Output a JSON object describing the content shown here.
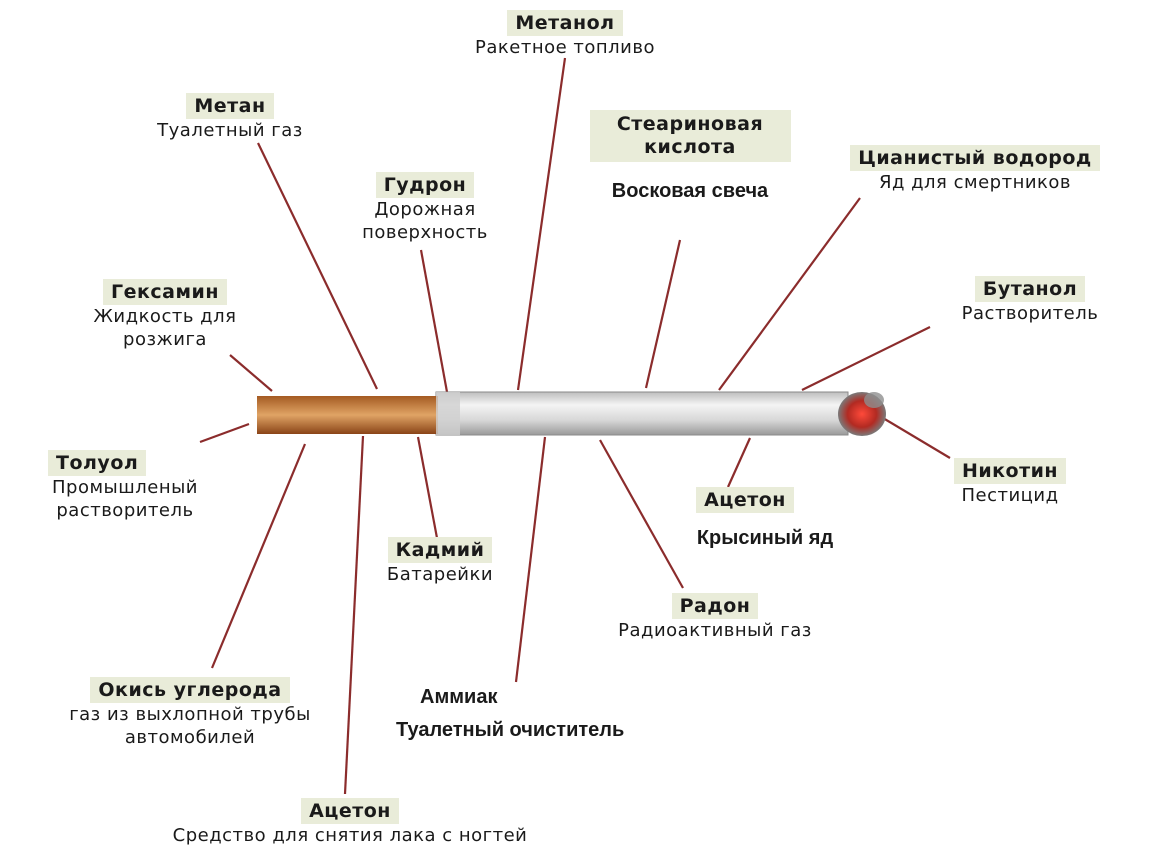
{
  "colors": {
    "line": "#8b2c2c",
    "label_bg": "#e9ecd9",
    "filter": "#b86e33",
    "paper": "#dcdcdc",
    "ember": "#c0392b"
  },
  "labels": {
    "metanol": {
      "name": "Метанол",
      "desc": "Ракетное топливо"
    },
    "metan": {
      "name": "Метан",
      "desc": "Туалетный газ"
    },
    "stearin": {
      "name": "Стеариновая кислота",
      "desc": "Восковая свеча"
    },
    "cyan": {
      "name": "Цианистый водород",
      "desc": "Яд для смертников"
    },
    "gudron": {
      "name": "Гудрон",
      "desc": "Дорожная поверхность"
    },
    "geksamin": {
      "name": "Гексамин",
      "desc": "Жидкость для розжига"
    },
    "butanol": {
      "name": "Бутанол",
      "desc": "Растворитель"
    },
    "toluol": {
      "name": "Толуол",
      "desc": "Промышленый растворитель"
    },
    "nikotin": {
      "name": "Никотин",
      "desc": "Пестицид"
    },
    "aceton_r": {
      "name": "Ацетон",
      "desc": "Крысиный яд"
    },
    "kadmiy": {
      "name": "Кадмий",
      "desc": "Батарейки"
    },
    "radon": {
      "name": "Радон",
      "desc": "Радиоактивный газ"
    },
    "okis": {
      "name": "Окись углерода",
      "desc": "газ из выхлопной трубы автомобилей"
    },
    "ammiak": {
      "name": "Аммиак",
      "desc": "Туалетный очиститель"
    },
    "aceton_b": {
      "name": "Ацетон",
      "desc": "Средство для снятия лака с ногтей"
    }
  }
}
